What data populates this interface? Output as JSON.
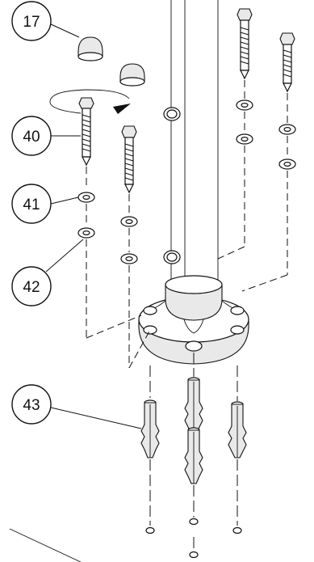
{
  "callouts": [
    {
      "id": "17",
      "label": "17"
    },
    {
      "id": "40",
      "label": "40"
    },
    {
      "id": "41",
      "label": "41"
    },
    {
      "id": "42",
      "label": "42"
    },
    {
      "id": "43",
      "label": "43"
    }
  ],
  "icons": {
    "rotation": "rotation-arrow-icon"
  }
}
